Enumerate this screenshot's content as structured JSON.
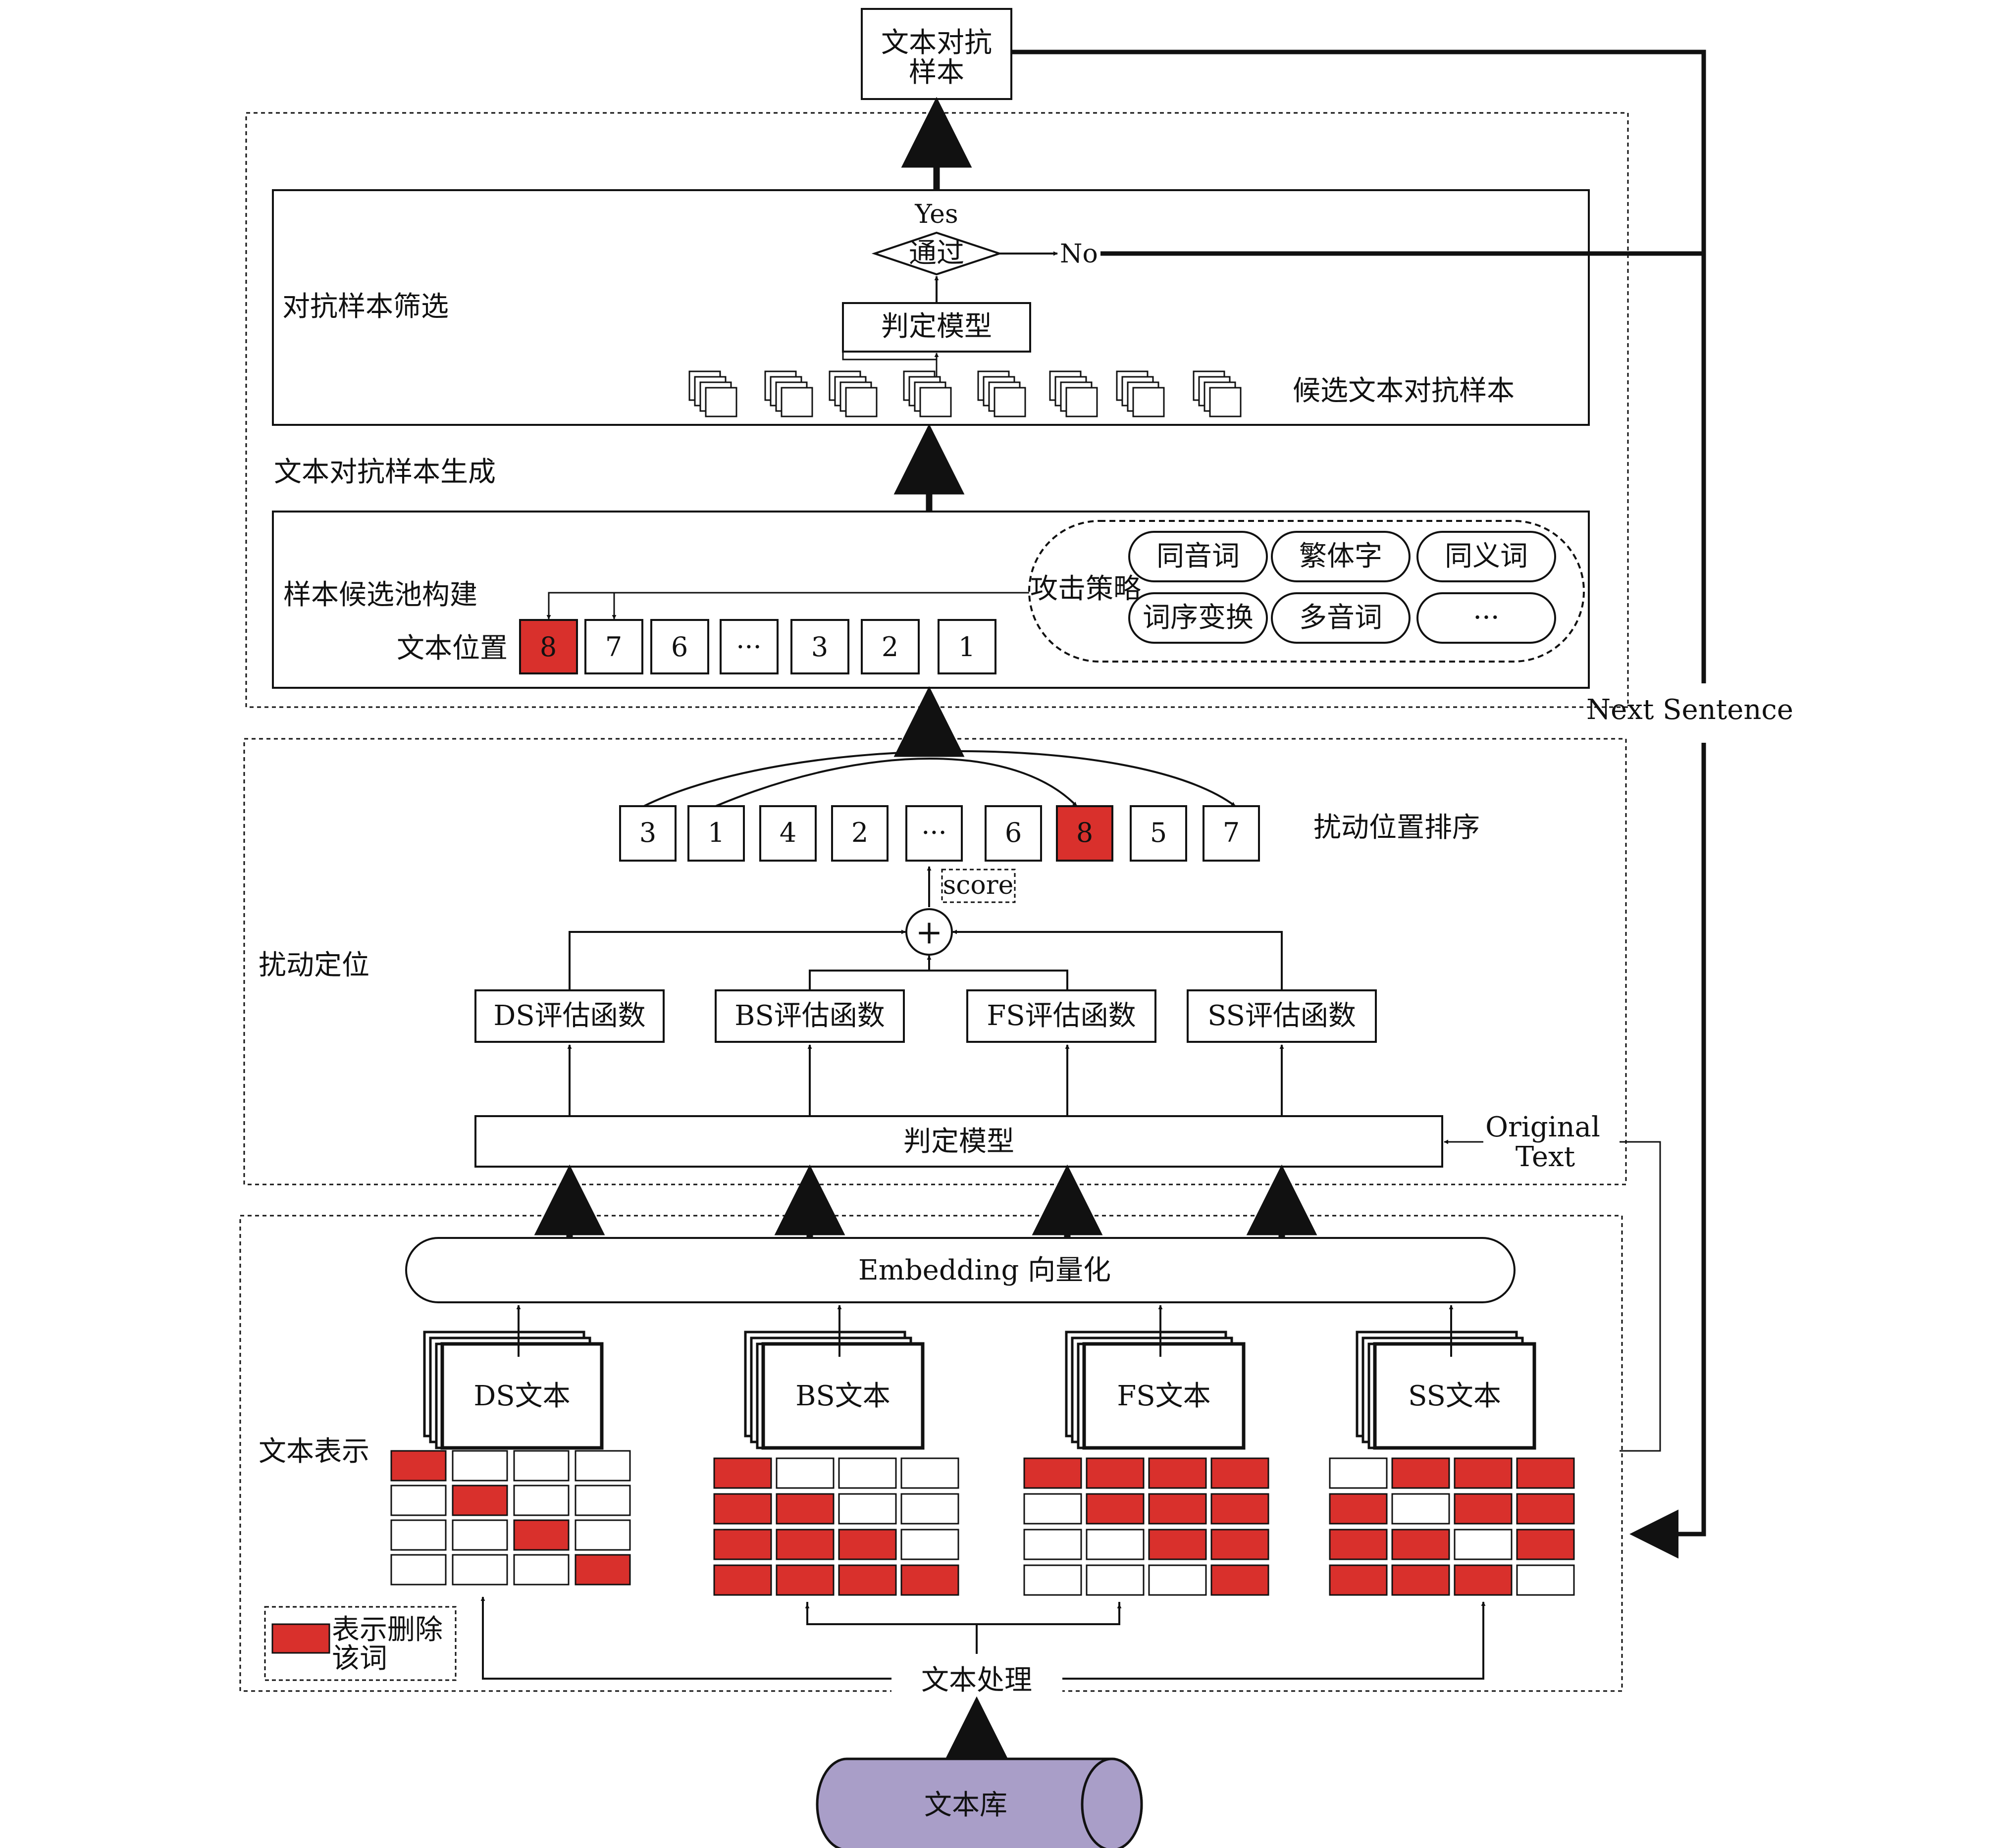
{
  "top": {
    "output_line1": "文本对抗",
    "output_line2": "样本"
  },
  "generation": {
    "section_label": "文本对抗样本生成",
    "filter": {
      "label": "对抗样本筛选",
      "yes": "Yes",
      "decision": "通过",
      "no": "No",
      "judge": "判定模型",
      "candidates_label": "候选文本对抗样本"
    },
    "pool": {
      "label": "样本候选池构建",
      "position_label": "文本位置",
      "positions": [
        "8",
        "7",
        "6",
        "···",
        "3",
        "2",
        "1"
      ],
      "strategy_label": "攻击策略",
      "strategies": [
        "同音词",
        "繁体字",
        "同义词",
        "词序变换",
        "多音词",
        "···"
      ]
    }
  },
  "next_sentence": "Next Sentence",
  "localization": {
    "label": "扰动定位",
    "rank_label": "扰动位置排序",
    "ranking": [
      "3",
      "1",
      "4",
      "2",
      "···",
      "6",
      "8",
      "5",
      "7"
    ],
    "score": "score",
    "plus": "+",
    "functions": [
      "DS评估函数",
      "BS评估函数",
      "FS评估函数",
      "SS评估函数"
    ],
    "judge": "判定模型",
    "original_line1": "Original",
    "original_line2": "Text"
  },
  "representation": {
    "label": "文本表示",
    "embedding": "Embedding 向量化",
    "texts": [
      "DS文本",
      "BS文本",
      "FS文本",
      "SS文本"
    ],
    "legend_line1": "表示删除",
    "legend_line2": "该词",
    "processing": "文本处理"
  },
  "corpus": "文本库",
  "colors": {
    "deleted": "#d9302c",
    "cylinder": "#a99ec8",
    "border": "#111111"
  }
}
